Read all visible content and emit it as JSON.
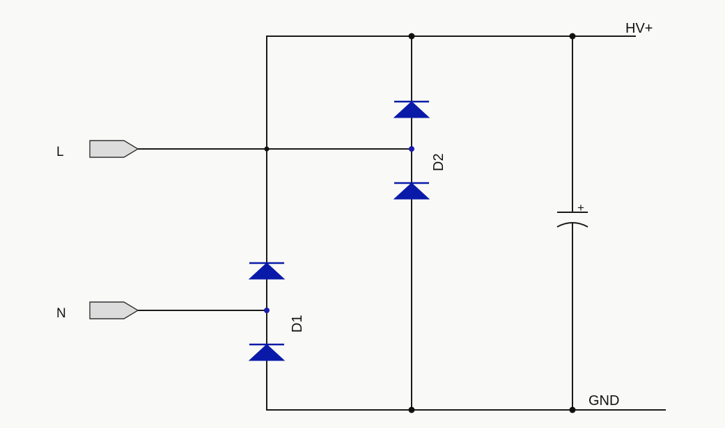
{
  "nets": {
    "hv_plus": "HV+",
    "gnd": "GND"
  },
  "inputs": {
    "line": "L",
    "neutral": "N"
  },
  "components": {
    "diode1_ref": "D1",
    "diode2_ref": "D2",
    "capacitor_polarity": "+"
  },
  "colors": {
    "diode": "#0a1aa8",
    "wire": "#1a1a1a",
    "junction_blue": "#1a1ab0",
    "junction_black": "#111111",
    "terminal_fill": "#dcdcdc"
  }
}
